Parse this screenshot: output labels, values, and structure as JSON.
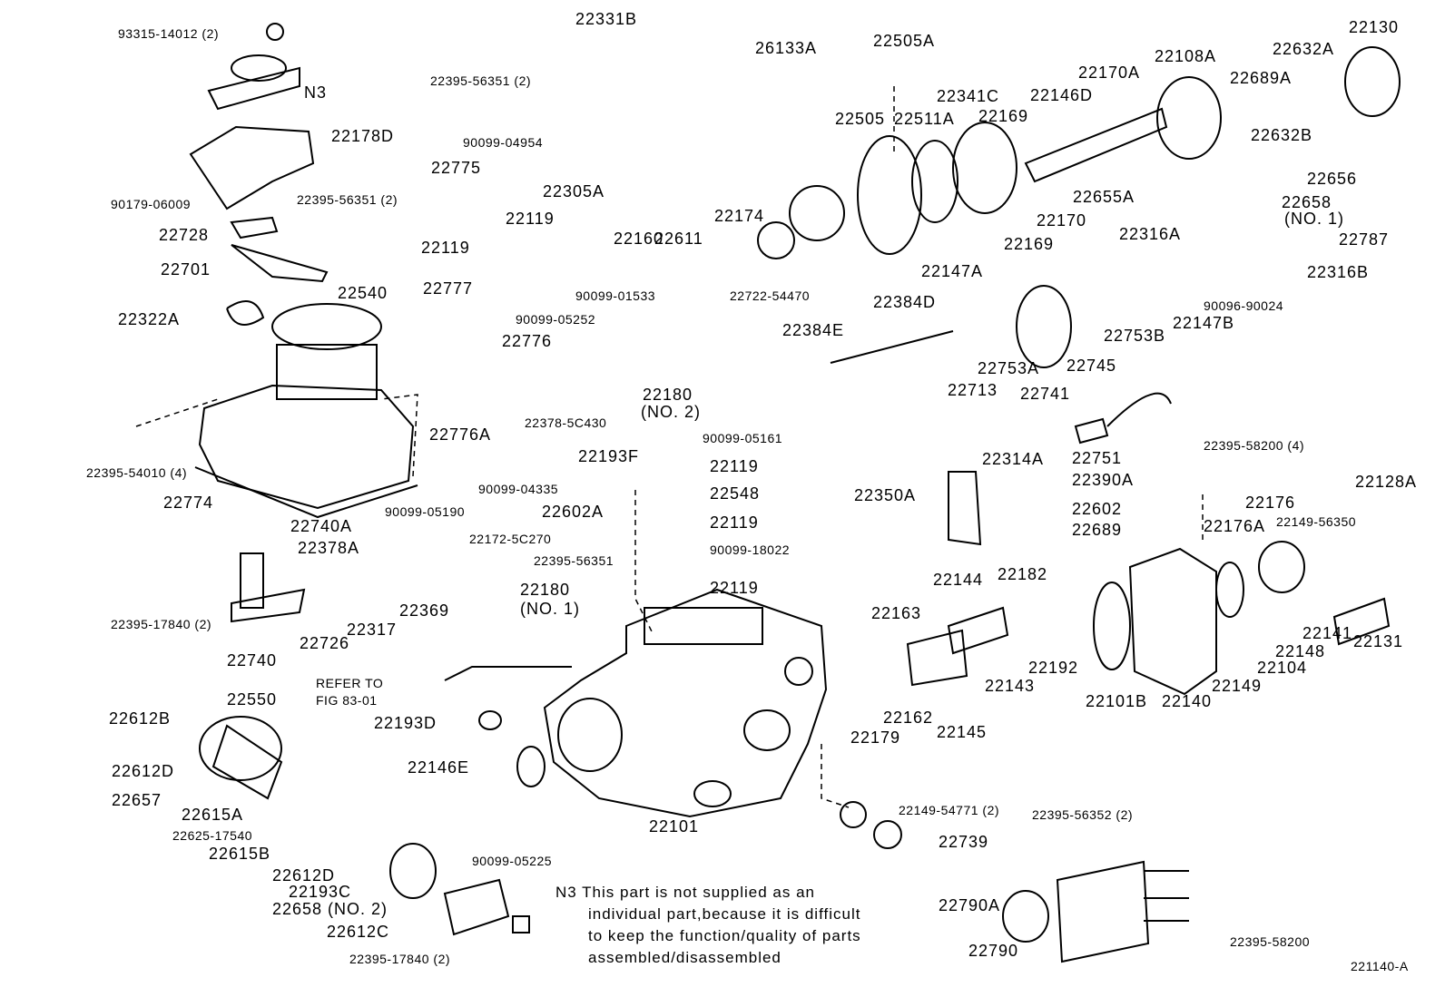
{
  "labels": [
    {
      "text": "93315-14012 (2)"
    },
    {
      "text": "N3"
    },
    {
      "text": "22178D"
    },
    {
      "text": "90179-06009"
    },
    {
      "text": "22395-56351 (2)"
    },
    {
      "text": "22728"
    },
    {
      "text": "22701"
    },
    {
      "text": "22540"
    },
    {
      "text": "22322A"
    },
    {
      "text": "22395-54010 (4)"
    },
    {
      "text": "22774"
    },
    {
      "text": "22740A"
    },
    {
      "text": "22378A"
    },
    {
      "text": "22369"
    },
    {
      "text": "22317"
    },
    {
      "text": "22726"
    },
    {
      "text": "22740"
    },
    {
      "text": "22395-17840 (2)"
    },
    {
      "text": "22550"
    },
    {
      "text": "22612B"
    },
    {
      "text": "22612D"
    },
    {
      "text": "22657"
    },
    {
      "text": "22615A"
    },
    {
      "text": "22625-17540"
    },
    {
      "text": "22615B"
    },
    {
      "text": "22612D"
    },
    {
      "text": "22193C"
    },
    {
      "text": "22658 (NO. 2)"
    },
    {
      "text": "22612C"
    },
    {
      "text": "22395-17840 (2)"
    },
    {
      "text": "90099-05225"
    },
    {
      "text": "22331B"
    },
    {
      "text": "22395-56351 (2)"
    },
    {
      "text": "90099-04954"
    },
    {
      "text": "22775"
    },
    {
      "text": "22305A"
    },
    {
      "text": "22119"
    },
    {
      "text": "22119"
    },
    {
      "text": "22160"
    },
    {
      "text": "22777"
    },
    {
      "text": "90099-01533"
    },
    {
      "text": "90099-05252"
    },
    {
      "text": "22776"
    },
    {
      "text": "22776A"
    },
    {
      "text": "22378-5C430"
    },
    {
      "text": "22180"
    },
    {
      "text": "(NO. 2)"
    },
    {
      "text": "90099-05161"
    },
    {
      "text": "22193F"
    },
    {
      "text": "90099-04335"
    },
    {
      "text": "90099-05190"
    },
    {
      "text": "22119"
    },
    {
      "text": "22548"
    },
    {
      "text": "22602A"
    },
    {
      "text": "22119"
    },
    {
      "text": "90099-18022"
    },
    {
      "text": "22119"
    },
    {
      "text": "22172-5C270"
    },
    {
      "text": "22395-56351"
    },
    {
      "text": "22180"
    },
    {
      "text": "(NO. 1)"
    },
    {
      "text": "REFER TO"
    },
    {
      "text": "FIG 83-01"
    },
    {
      "text": "22193D"
    },
    {
      "text": "22146E"
    },
    {
      "text": "22101"
    },
    {
      "text": "26133A"
    },
    {
      "text": "22505A"
    },
    {
      "text": "22505"
    },
    {
      "text": "22511A"
    },
    {
      "text": "22341C"
    },
    {
      "text": "22169"
    },
    {
      "text": "22146D"
    },
    {
      "text": "22170A"
    },
    {
      "text": "22108A"
    },
    {
      "text": "22689A"
    },
    {
      "text": "22632A"
    },
    {
      "text": "22130"
    },
    {
      "text": "22632B"
    },
    {
      "text": "22656"
    },
    {
      "text": "22658"
    },
    {
      "text": "(NO. 1)"
    },
    {
      "text": "22174"
    },
    {
      "text": "22611"
    },
    {
      "text": "22170"
    },
    {
      "text": "22169"
    },
    {
      "text": "22147A"
    },
    {
      "text": "22655A"
    },
    {
      "text": "22316A"
    },
    {
      "text": "22787"
    },
    {
      "text": "22316B"
    },
    {
      "text": "90096-90024"
    },
    {
      "text": "22147B"
    },
    {
      "text": "22722-54470"
    },
    {
      "text": "22384D"
    },
    {
      "text": "22384E"
    },
    {
      "text": "22753B"
    },
    {
      "text": "22745"
    },
    {
      "text": "22753A"
    },
    {
      "text": "22741"
    },
    {
      "text": "22713"
    },
    {
      "text": "22751"
    },
    {
      "text": "22395-58200 (4)"
    },
    {
      "text": "22390A"
    },
    {
      "text": "22314A"
    },
    {
      "text": "22350A"
    },
    {
      "text": "22602"
    },
    {
      "text": "22689"
    },
    {
      "text": "22176"
    },
    {
      "text": "22128A"
    },
    {
      "text": "22176A"
    },
    {
      "text": "22149-56350"
    },
    {
      "text": "22144"
    },
    {
      "text": "22182"
    },
    {
      "text": "22163"
    },
    {
      "text": "22141"
    },
    {
      "text": "22131"
    },
    {
      "text": "22148"
    },
    {
      "text": "22104"
    },
    {
      "text": "22192"
    },
    {
      "text": "22143"
    },
    {
      "text": "22101B"
    },
    {
      "text": "22140"
    },
    {
      "text": "22149"
    },
    {
      "text": "22162"
    },
    {
      "text": "22145"
    },
    {
      "text": "22179"
    },
    {
      "text": "22149-54771 (2)"
    },
    {
      "text": "22739"
    },
    {
      "text": "22395-56352 (2)"
    },
    {
      "text": "22790A"
    },
    {
      "text": "22790"
    },
    {
      "text": "22395-58200"
    },
    {
      "text": "221140-A"
    }
  ],
  "note": {
    "lines": [
      "N3 This part is not supplied as an",
      "individual part,because it is difficult",
      "to keep the function/quality of parts",
      "assembled/disassembled"
    ]
  },
  "colors": {
    "ink": "#000000",
    "background": "#ffffff"
  }
}
